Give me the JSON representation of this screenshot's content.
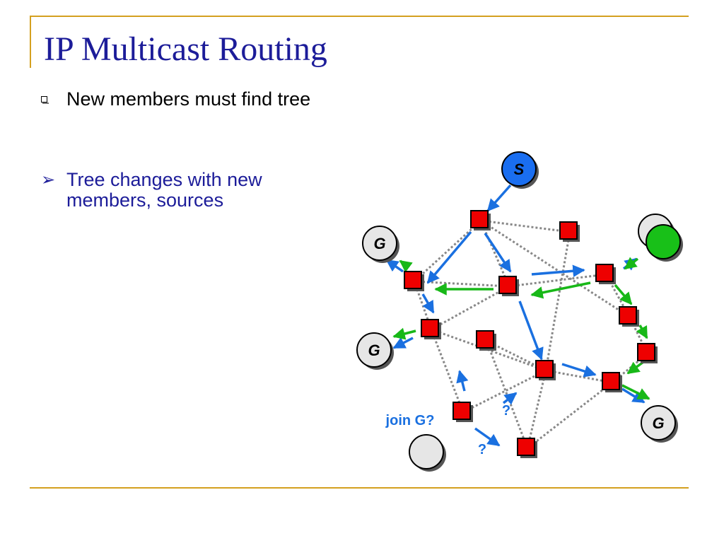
{
  "slide": {
    "title": "IP Multicast Routing",
    "bullets": [
      {
        "marker": "square-bullet",
        "text": "New members must find tree"
      },
      {
        "marker": "arrow-bullet",
        "marker_glyph": "➢",
        "text": "Tree changes with new members, sources"
      }
    ]
  },
  "diagram": {
    "labels": {
      "source": "S",
      "group": "G",
      "join": "join G?",
      "query": "?"
    },
    "colors": {
      "router": "#ee0000",
      "source_node": "#1a6ef0",
      "new_member": "#18c018",
      "host": "#e6e6e6",
      "tree_arrow": "#1a70e0",
      "new_tree_arrow": "#18b818",
      "link": "#888888",
      "accent": "#d4a020",
      "title": "#1c1c99"
    },
    "node_types": [
      "source",
      "router",
      "group-member",
      "new-member",
      "host"
    ]
  }
}
